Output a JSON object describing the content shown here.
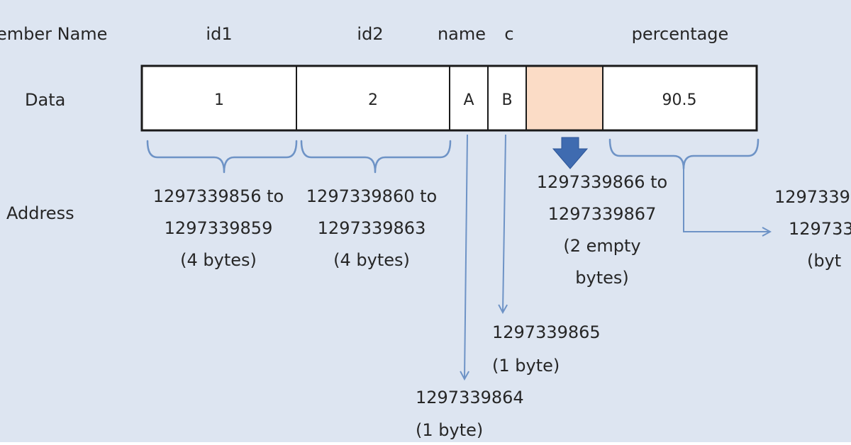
{
  "row_labels": {
    "member_name": "ember Name",
    "data": "Data",
    "address": "Address"
  },
  "members": [
    {
      "name": "id1",
      "value": "1"
    },
    {
      "name": "id2",
      "value": "2"
    },
    {
      "name": "name",
      "value": "A"
    },
    {
      "name": "c",
      "value": "B"
    },
    {
      "name": "",
      "value": ""
    },
    {
      "name": "percentage",
      "value": "90.5"
    }
  ],
  "colors": {
    "background": "#dde5f1",
    "padding_cell": "#fbdcc6",
    "connector": "#6e93c6",
    "arrow_fill": "#3f6bb0",
    "cell_border": "#1a1a1a"
  },
  "addresses": {
    "id1": [
      "1297339856 to",
      "1297339859",
      "(4 bytes)"
    ],
    "id2": [
      "1297339860 to",
      "1297339863",
      "(4 bytes)"
    ],
    "padding": [
      "1297339866 to",
      "1297339867",
      "(2 empty",
      "bytes)"
    ],
    "c": [
      "1297339865",
      "(1 byte)"
    ],
    "name": [
      "1297339864",
      "(1 byte)"
    ],
    "percentage": [
      "1297339",
      "129733",
      "(byt"
    ]
  }
}
